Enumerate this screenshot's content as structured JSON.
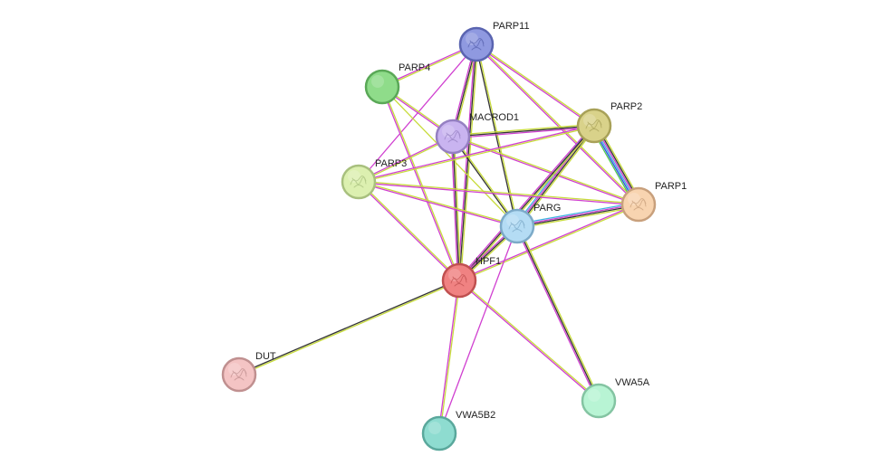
{
  "network": {
    "nodes": [
      {
        "id": "PARP11",
        "label": "PARP11",
        "fill": "#8f99e0",
        "stroke": "#5a64b0",
        "icon": "protein-structure-icon"
      },
      {
        "id": "PARP4",
        "label": "PARP4",
        "fill": "#8fdc8a",
        "stroke": "#5aa857",
        "icon": ""
      },
      {
        "id": "MACROD1",
        "label": "MACROD1",
        "fill": "#c9b4f0",
        "stroke": "#9580c2",
        "icon": "protein-structure-icon"
      },
      {
        "id": "PARP2",
        "label": "PARP2",
        "fill": "#d9d28a",
        "stroke": "#a8a158",
        "icon": "protein-structure-icon"
      },
      {
        "id": "PARP3",
        "label": "PARP3",
        "fill": "#dcf0b0",
        "stroke": "#a8c07e",
        "icon": "protein-structure-icon"
      },
      {
        "id": "PARP1",
        "label": "PARP1",
        "fill": "#f8d4b0",
        "stroke": "#c8a07c",
        "icon": "protein-structure-icon"
      },
      {
        "id": "PARG",
        "label": "PARG",
        "fill": "#b4dcf4",
        "stroke": "#7caac8",
        "icon": "protein-structure-icon"
      },
      {
        "id": "HPF1",
        "label": "HPF1",
        "fill": "#f08282",
        "stroke": "#c05050",
        "icon": "protein-structure-icon"
      },
      {
        "id": "DUT",
        "label": "DUT",
        "fill": "#f4c4c4",
        "stroke": "#c09090",
        "icon": "protein-structure-icon"
      },
      {
        "id": "VWA5A",
        "label": "VWA5A",
        "fill": "#b8f4d4",
        "stroke": "#84c4a2",
        "icon": ""
      },
      {
        "id": "VWA5B2",
        "label": "VWA5B2",
        "fill": "#8edcd0",
        "stroke": "#5aa89c",
        "icon": ""
      }
    ],
    "edge_colors": {
      "textmining": "#c8dc3c",
      "coexpression": "#333333",
      "experiments": "#d040d0",
      "databases": "#40b4e0",
      "cooccurrence": "#3050e0",
      "neighborhood": "#50c850"
    },
    "edges": [
      {
        "from": "PARP11",
        "to": "PARP4",
        "types": [
          "textmining",
          "experiments"
        ]
      },
      {
        "from": "PARP11",
        "to": "MACROD1",
        "types": [
          "textmining",
          "coexpression",
          "experiments"
        ]
      },
      {
        "from": "PARP11",
        "to": "PARP2",
        "types": [
          "textmining",
          "experiments"
        ]
      },
      {
        "from": "PARP11",
        "to": "PARP1",
        "types": [
          "textmining",
          "experiments"
        ]
      },
      {
        "from": "PARP11",
        "to": "PARG",
        "types": [
          "textmining",
          "coexpression"
        ]
      },
      {
        "from": "PARP11",
        "to": "HPF1",
        "types": [
          "textmining",
          "coexpression",
          "experiments"
        ]
      },
      {
        "from": "PARP11",
        "to": "PARP3",
        "types": [
          "experiments"
        ]
      },
      {
        "from": "PARP4",
        "to": "MACROD1",
        "types": [
          "textmining",
          "experiments"
        ]
      },
      {
        "from": "PARP4",
        "to": "PARG",
        "types": [
          "textmining"
        ]
      },
      {
        "from": "PARP4",
        "to": "HPF1",
        "types": [
          "textmining",
          "experiments"
        ]
      },
      {
        "from": "MACROD1",
        "to": "PARP2",
        "types": [
          "textmining",
          "coexpression",
          "experiments"
        ]
      },
      {
        "from": "MACROD1",
        "to": "PARP3",
        "types": [
          "textmining",
          "experiments"
        ]
      },
      {
        "from": "MACROD1",
        "to": "PARP1",
        "types": [
          "textmining",
          "experiments"
        ]
      },
      {
        "from": "MACROD1",
        "to": "PARG",
        "types": [
          "textmining",
          "coexpression"
        ]
      },
      {
        "from": "MACROD1",
        "to": "HPF1",
        "types": [
          "textmining",
          "coexpression",
          "experiments"
        ]
      },
      {
        "from": "PARP2",
        "to": "PARP1",
        "types": [
          "textmining",
          "coexpression",
          "experiments",
          "databases",
          "cooccurrence",
          "neighborhood"
        ]
      },
      {
        "from": "PARP2",
        "to": "PARG",
        "types": [
          "textmining",
          "coexpression",
          "experiments",
          "databases"
        ]
      },
      {
        "from": "PARP2",
        "to": "HPF1",
        "types": [
          "textmining",
          "coexpression",
          "experiments"
        ]
      },
      {
        "from": "PARP2",
        "to": "PARP3",
        "types": [
          "textmining",
          "experiments"
        ]
      },
      {
        "from": "PARP3",
        "to": "PARG",
        "types": [
          "textmining",
          "experiments"
        ]
      },
      {
        "from": "PARP3",
        "to": "HPF1",
        "types": [
          "textmining",
          "experiments"
        ]
      },
      {
        "from": "PARP3",
        "to": "PARP1",
        "types": [
          "textmining",
          "experiments"
        ]
      },
      {
        "from": "PARP1",
        "to": "PARG",
        "types": [
          "textmining",
          "coexpression",
          "experiments",
          "databases"
        ]
      },
      {
        "from": "PARP1",
        "to": "HPF1",
        "types": [
          "textmining",
          "experiments"
        ]
      },
      {
        "from": "PARG",
        "to": "HPF1",
        "types": [
          "textmining",
          "coexpression",
          "experiments"
        ]
      },
      {
        "from": "PARG",
        "to": "VWA5A",
        "types": [
          "textmining",
          "coexpression",
          "experiments"
        ]
      },
      {
        "from": "PARG",
        "to": "VWA5B2",
        "types": [
          "experiments"
        ]
      },
      {
        "from": "HPF1",
        "to": "DUT",
        "types": [
          "textmining",
          "coexpression"
        ]
      },
      {
        "from": "HPF1",
        "to": "VWA5A",
        "types": [
          "textmining",
          "experiments"
        ]
      },
      {
        "from": "HPF1",
        "to": "VWA5B2",
        "types": [
          "textmining",
          "experiments"
        ]
      }
    ]
  }
}
